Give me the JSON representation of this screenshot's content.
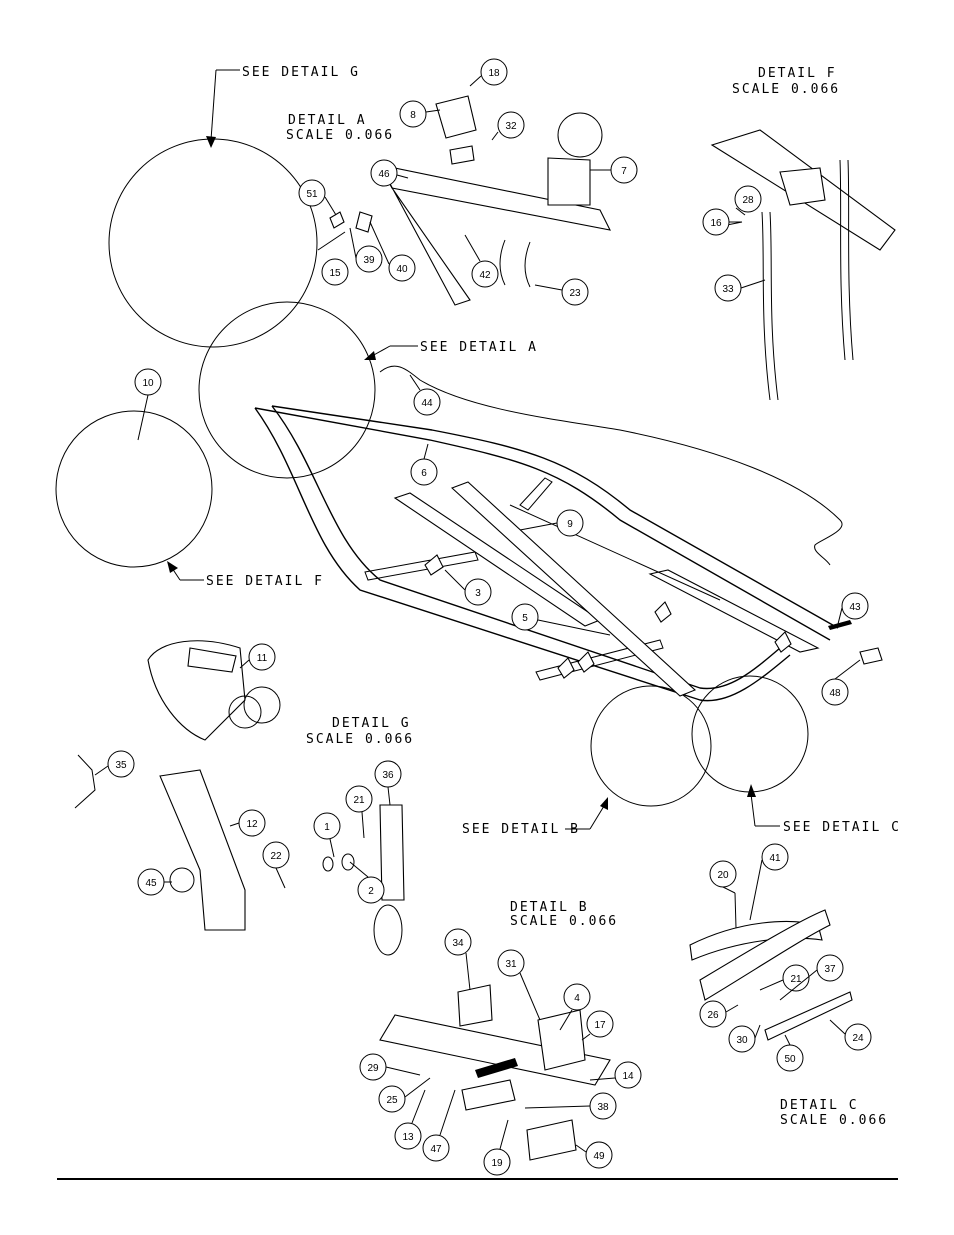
{
  "labels": {
    "see_detail_g": "SEE DETAIL G",
    "see_detail_a": "SEE DETAIL A",
    "see_detail_f": "SEE DETAIL F",
    "see_detail_b": "SEE DETAIL B",
    "see_detail_c": "SEE DETAIL C",
    "detail_a_title": "DETAIL A",
    "detail_a_scale": "SCALE 0.066",
    "detail_f_title": "DETAIL F",
    "detail_f_scale": "SCALE 0.066",
    "detail_g_title": "DETAIL G",
    "detail_g_scale": "SCALE 0.066",
    "detail_b_title": "DETAIL B",
    "detail_b_scale": "SCALE 0.066",
    "detail_c_title": "DETAIL C",
    "detail_c_scale": "SCALE 0.066"
  },
  "callouts": [
    "18",
    "8",
    "32",
    "7",
    "46",
    "51",
    "39",
    "40",
    "42",
    "23",
    "15",
    "28",
    "16",
    "33",
    "10",
    "44",
    "6",
    "9",
    "3",
    "5",
    "43",
    "48",
    "11",
    "35",
    "12",
    "45",
    "22",
    "1",
    "21",
    "2",
    "36",
    "34",
    "31",
    "4",
    "17",
    "29",
    "25",
    "13",
    "47",
    "19",
    "38",
    "14",
    "49",
    "20",
    "41",
    "21",
    "37",
    "26",
    "30",
    "50",
    "24"
  ],
  "colors": {
    "ink": "#000000",
    "paper": "#ffffff"
  }
}
